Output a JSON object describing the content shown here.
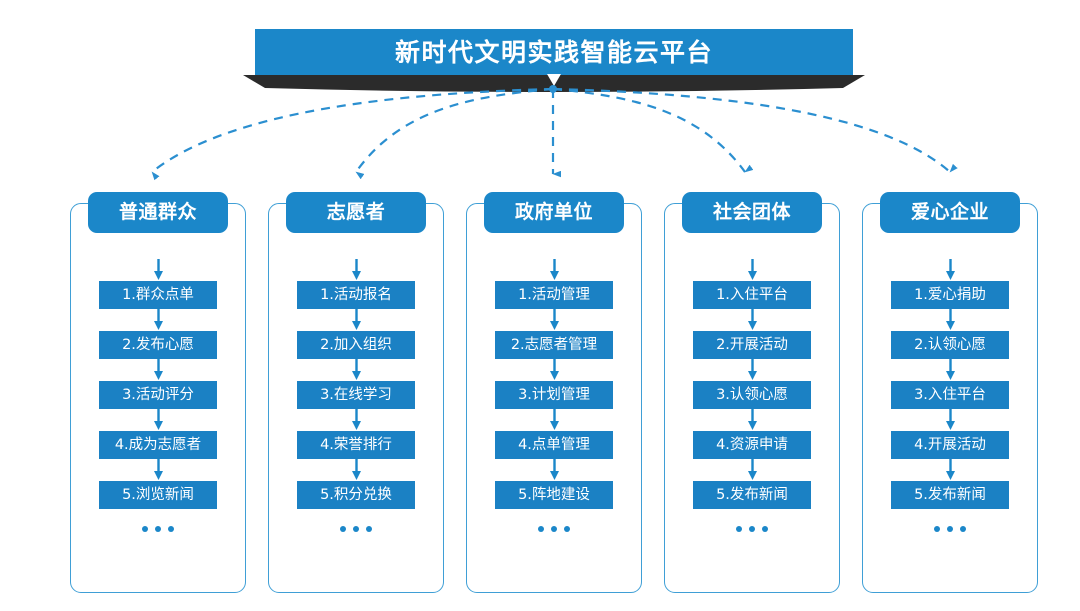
{
  "header": {
    "title": "新时代文明实践智能云平台",
    "banner_color": "#1b87c9",
    "ribbon_color": "#2b2b2b",
    "chevron_icon": "chevron-down-icon"
  },
  "theme": {
    "accent": "#1b87c9",
    "step_box": "#1b81c4",
    "panel_border": "#3f9fd6",
    "connector": "#2b8fd0",
    "text_on_accent": "#ffffff"
  },
  "connector": {
    "style": "dashed-curved-arrow",
    "origin_label": "新时代文明实践智能云平台",
    "arrow_icon": "arrow-down-icon",
    "count": 5
  },
  "columns": [
    {
      "title": "普通群众",
      "steps": [
        "1.群众点单",
        "2.发布心愿",
        "3.活动评分",
        "4.成为志愿者",
        "5.浏览新闻"
      ],
      "more": "..."
    },
    {
      "title": "志愿者",
      "steps": [
        "1.活动报名",
        "2.加入组织",
        "3.在线学习",
        "4.荣誉排行",
        "5.积分兑换"
      ],
      "more": "..."
    },
    {
      "title": "政府单位",
      "steps": [
        "1.活动管理",
        "2.志愿者管理",
        "3.计划管理",
        "4.点单管理",
        "5.阵地建设"
      ],
      "more": "..."
    },
    {
      "title": "社会团体",
      "steps": [
        "1.入住平台",
        "2.开展活动",
        "3.认领心愿",
        "4.资源申请",
        "5.发布新闻"
      ],
      "more": "..."
    },
    {
      "title": "爱心企业",
      "steps": [
        "1.爱心捐助",
        "2.认领心愿",
        "3.入住平台",
        "4.开展活动",
        "5.发布新闻"
      ],
      "more": "..."
    }
  ]
}
